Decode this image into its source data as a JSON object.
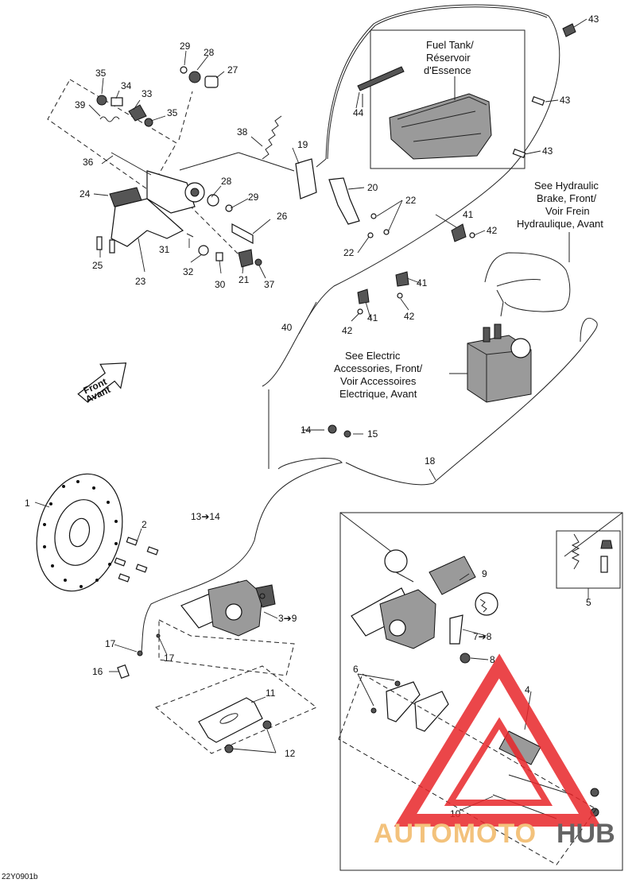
{
  "diagram_code": "22Y0901b",
  "callouts": {
    "c1": "1",
    "c2": "2",
    "c3_9": "3➔9",
    "c4": "4",
    "c5": "5",
    "c6": "6",
    "c7_8": "7➔8",
    "c8": "8",
    "c9": "9",
    "c10": "10",
    "c11": "11",
    "c12": "12",
    "c13_14": "13➔14",
    "c14": "14",
    "c15": "15",
    "c16": "16",
    "c17a": "17",
    "c17b": "17",
    "c18": "18",
    "c19": "19",
    "c20": "20",
    "c21": "21",
    "c22a": "22",
    "c22b": "22",
    "c23": "23",
    "c24": "24",
    "c25": "25",
    "c26": "26",
    "c27": "27",
    "c28a": "28",
    "c28b": "28",
    "c29a": "29",
    "c29b": "29",
    "c30": "30",
    "c31": "31",
    "c32": "32",
    "c33": "33",
    "c34": "34",
    "c35a": "35",
    "c35b": "35",
    "c36": "36",
    "c37": "37",
    "c38": "38",
    "c39": "39",
    "c40": "40",
    "c41a": "41",
    "c41b": "41",
    "c41c": "41",
    "c42a": "42",
    "c42b": "42",
    "c42c": "42",
    "c43a": "43",
    "c43b": "43",
    "c43c": "43",
    "c44": "44"
  },
  "notes": {
    "fuel_tank": [
      "Fuel Tank/",
      "Réservoir",
      "d'Essence"
    ],
    "hydraulic": [
      "See Hydraulic",
      "Brake, Front/",
      "Voir Frein",
      "Hydraulique, Avant"
    ],
    "electric": [
      "See Electric",
      "Accessories, Front/",
      "Voir Accessoires",
      "Electrique, Avant"
    ],
    "front_arrow": [
      "Front",
      "Avant"
    ]
  },
  "watermark": {
    "text_a": "AUTOMOTO",
    "text_b": "HUB",
    "color_a": "#f2b866",
    "color_b": "#4a4a4a",
    "triangle_color": "#e8262a"
  }
}
